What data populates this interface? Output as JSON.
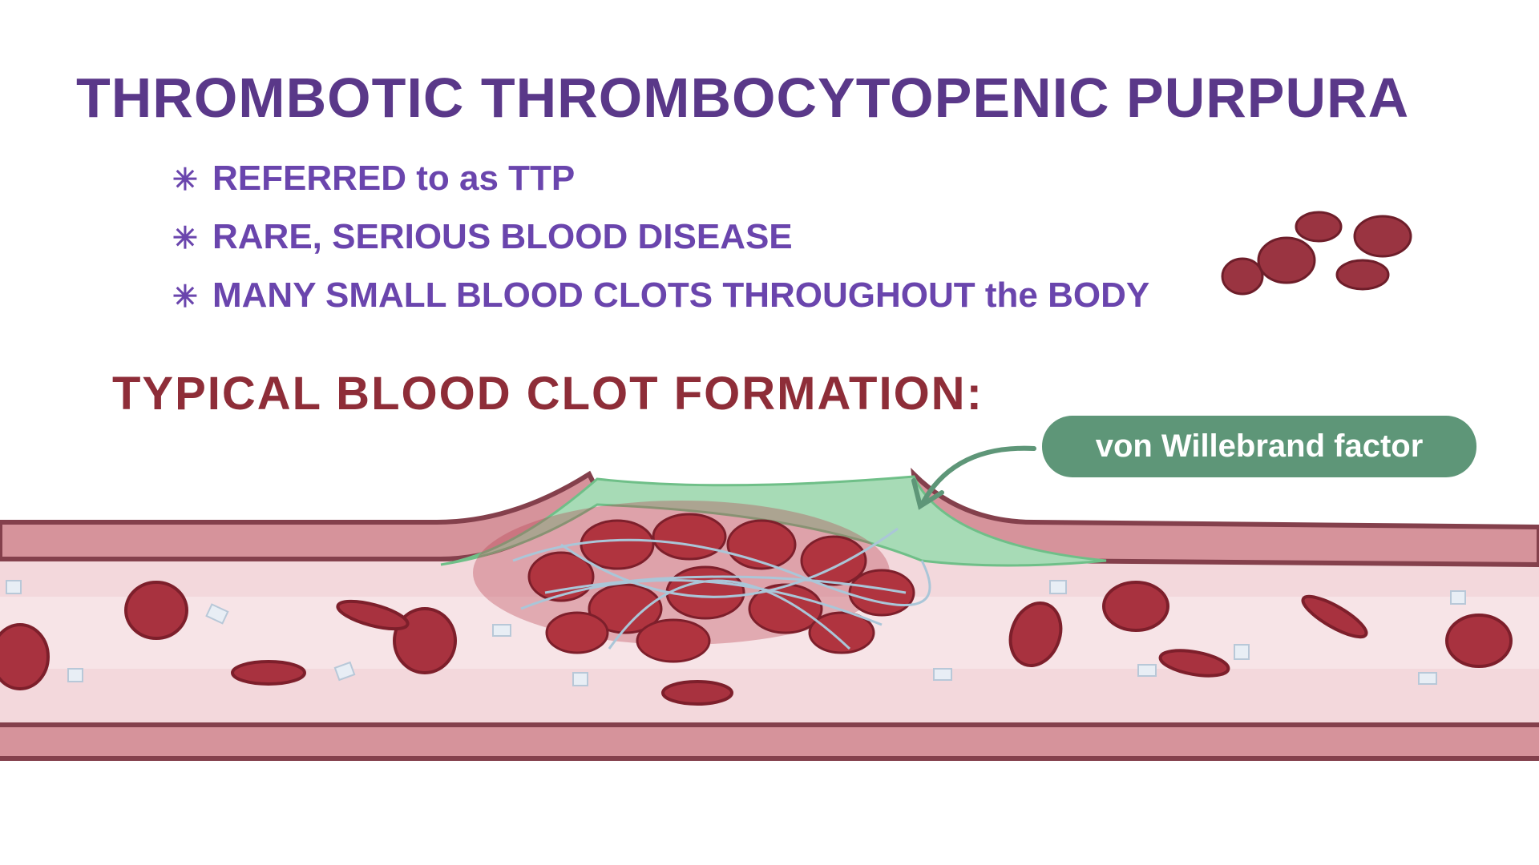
{
  "title": "THROMBOTIC THROMBOCYTOPENIC PURPURA",
  "bullets": [
    {
      "icon": "asterisk",
      "text": "REFERRED to as TTP"
    },
    {
      "icon": "asterisk",
      "text": "RARE, SERIOUS BLOOD DISEASE"
    },
    {
      "icon": "asterisk",
      "text": "MANY SMALL BLOOD CLOTS THROUGHOUT the BODY"
    }
  ],
  "subheading": "TYPICAL BLOOD CLOT FORMATION:",
  "label": "von Willebrand factor",
  "colors": {
    "title": "#5a3889",
    "bullet": "#6a45ad",
    "subheading": "#8e2d38",
    "label_bg": "#5e9678",
    "vessel_wall": "#d48f98",
    "lumen": "#f2d6da",
    "rbc": "#a8323f"
  }
}
